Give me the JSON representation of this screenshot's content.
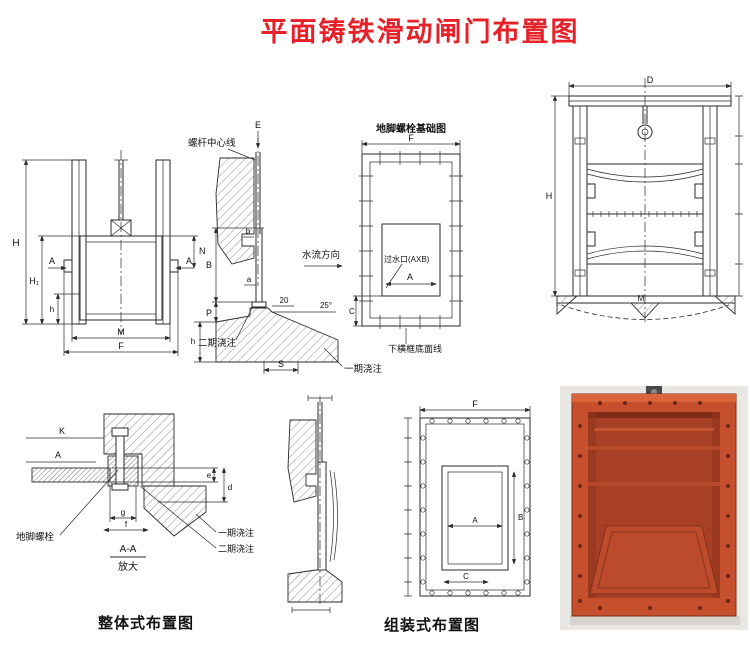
{
  "page": {
    "title": "平面铸铁滑动闸门布置图"
  },
  "colors": {
    "title": "#e62129",
    "gate_frame": "#c6502e",
    "gate_panel": "#a84026",
    "line": "#2a2a2a"
  },
  "captions": {
    "integral": "整体式布置图",
    "assembled": "组装式布置图"
  },
  "front_view": {
    "dim_H": "H",
    "dim_H1": "H₁",
    "dim_h": "h",
    "dim_N": "N",
    "dim_M": "M",
    "dim_F": "F",
    "section_A_left": "A",
    "section_A_right": "A"
  },
  "side_section": {
    "dim_E": "E",
    "screw_centerline_label": "螺杆中心线",
    "flow_direction_label": "水流方向",
    "dim_b": "b",
    "dim_a": "a",
    "dim_B": "B",
    "dim_P": "P",
    "dim_h": "h",
    "dim_20": "20",
    "angle_25": "25°",
    "second_pour_label": "二期浇注",
    "first_pour_label": "一期浇注",
    "dim_S": "S"
  },
  "foundation_plan": {
    "title": "地脚螺栓基础图",
    "dim_F": "F",
    "opening_label": "过水口(AXB)",
    "dim_A": "A",
    "dim_C": "C",
    "bottom_frame_line_label": "下横框底面线"
  },
  "right_elevation": {
    "dim_D": "D",
    "dim_H": "H",
    "dim_M": "M"
  },
  "detail_view": {
    "dim_K": "K",
    "dim_A": "A",
    "dim_e": "e",
    "dim_d": "d",
    "dim_g": "g",
    "dim_f": "f",
    "anchor_bolt_label": "地脚螺栓",
    "first_pour_label": "一期浇注",
    "second_pour_label": "二期浇注",
    "section_name": "A-A",
    "section_scale": "放大"
  },
  "assembled_view": {
    "dim_F": "F",
    "dim_A": "A",
    "dim_B": "B",
    "dim_C": "C"
  }
}
